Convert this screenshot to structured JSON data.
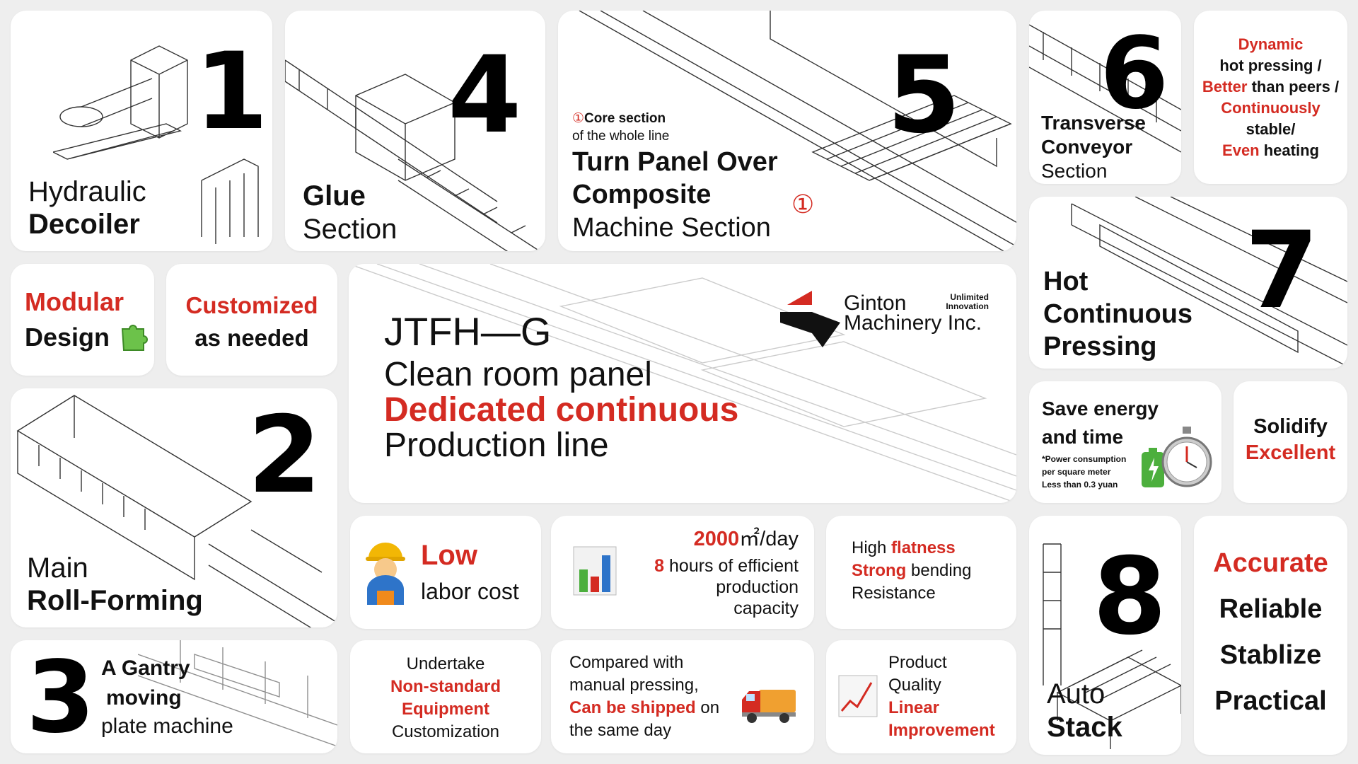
{
  "c1": {
    "num": "1",
    "line1": "Hydraulic",
    "line2": "Decoiler"
  },
  "c4": {
    "num": "4",
    "line1": "Glue",
    "line2": "Section"
  },
  "c5": {
    "num": "5",
    "badge": "①",
    "core": "Core section",
    "core_sub": "of the whole line",
    "line1": "Turn Panel Over",
    "line2": "Composite",
    "line3": "Machine Section",
    "mark": "①"
  },
  "c6": {
    "num": "6",
    "line1": "Transverse",
    "line2": "Conveyor",
    "line3": "Section"
  },
  "dyn": {
    "l1": "Dynamic",
    "l2": "hot pressing /",
    "l3a": "Better",
    "l3b": " than peers /",
    "l4": "Continuously",
    "l5": "stable/",
    "l6a": "Even",
    "l6b": " heating"
  },
  "mod": {
    "l1": "Modular",
    "l2": "Design"
  },
  "cust": {
    "l1": "Customized",
    "l2": "as needed"
  },
  "hero": {
    "model": "JTFH—G",
    "l1": "Clean room panel",
    "l2": "Dedicated continuous",
    "l3": "Production line",
    "brand1": "Ginton",
    "brand2": "Machinery Inc.",
    "slogan1": "Unlimited",
    "slogan2": "Innovation"
  },
  "c7": {
    "num": "7",
    "line1": "Hot",
    "line2": "Continuous",
    "line3": "Pressing"
  },
  "c2": {
    "num": "2",
    "line1": "Main",
    "line2": "Roll-Forming"
  },
  "save": {
    "l1": "Save energy",
    "l2": "and time",
    "n1": "*Power consumption",
    "n2": "per square meter",
    "n3": "Less than 0.3 yuan"
  },
  "solid": {
    "l1": "Solidify",
    "l2": "Excellent"
  },
  "low": {
    "l1": "Low",
    "l2": "labor cost"
  },
  "cap": {
    "l1a": "2000",
    "l1b": "㎡/day",
    "l2a": "8",
    "l2b": " hours of efficient",
    "l3": "production",
    "l4": "capacity"
  },
  "flat": {
    "l1a": "High ",
    "l1b": "flatness",
    "l2a": "Strong",
    "l2b": " bending",
    "l3": "Resistance"
  },
  "c8": {
    "num": "8",
    "line1": "Auto",
    "line2": "Stack"
  },
  "acc": {
    "l1": "Accurate",
    "l2": "Reliable",
    "l3": "Stablize",
    "l4": "Practical"
  },
  "c3": {
    "num": "3",
    "l1": "A Gantry",
    "l2": "moving",
    "l3": "plate machine"
  },
  "under": {
    "l1": "Undertake",
    "l2": "Non-standard",
    "l3": "Equipment",
    "l4": "Customization"
  },
  "ship": {
    "l1": "Compared with",
    "l2": "manual pressing,",
    "l3a": "Can be shipped",
    "l3b": " on",
    "l4": "the same day"
  },
  "qual": {
    "l1": "Product",
    "l2": "Quality",
    "l3": "Linear",
    "l4": "Improvement"
  },
  "colors": {
    "accent": "#d42b22",
    "background": "#eeeeee",
    "card": "#ffffff"
  },
  "icons": [
    "puzzle-icon",
    "worker-icon",
    "bar-chart-icon",
    "truck-icon",
    "line-chart-icon",
    "battery-icon",
    "stopwatch-icon",
    "ginton-logo"
  ]
}
